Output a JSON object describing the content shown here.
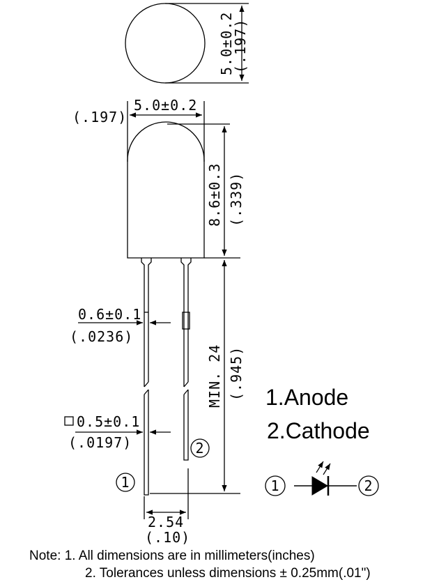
{
  "dimensions": {
    "top_dia_mm": "5.0±0.2",
    "top_dia_in": "(.197)",
    "width_mm": "5.0±0.2",
    "width_in": "(.197)",
    "height_mm": "8.6±0.3",
    "height_in": "(.339)",
    "lead_width_mm": "0.6±0.1",
    "lead_width_in": "(.0236)",
    "lead_square_mm": "0.5±0.1",
    "lead_square_in": "(.0197)",
    "lead_len_mm": "MIN. 24",
    "lead_len_in": "(.945)",
    "pitch_mm": "2.54",
    "pitch_in": "(.10)"
  },
  "pins": {
    "pin1_num": "1",
    "pin2_num": "2",
    "anode": "1.Anode",
    "cathode": "2.Cathode"
  },
  "notes": {
    "line1": "Note: 1. All dimensions are in millimeters(inches)",
    "line2": "2. Tolerances unless dimensions ± 0.25mm(.01\")"
  }
}
